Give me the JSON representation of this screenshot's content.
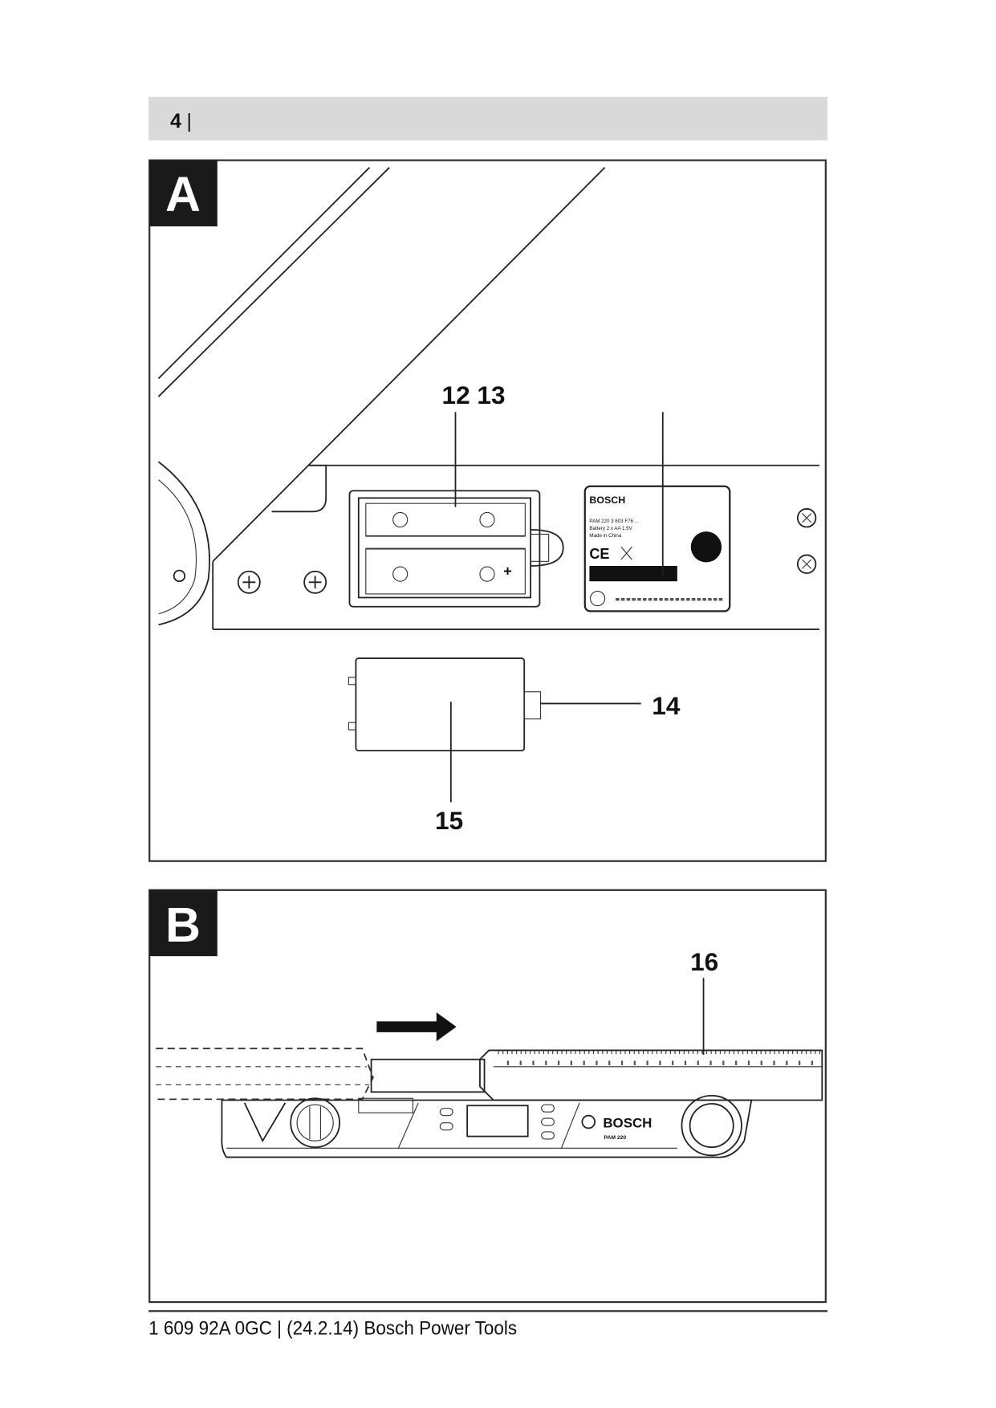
{
  "header": {
    "page_number": "4",
    "separator": "|"
  },
  "figure_a": {
    "panel_letter": "A",
    "callouts": {
      "battery": "12 13",
      "latch": "14",
      "cover": "15"
    },
    "type_label": {
      "brand": "BOSCH",
      "line1": "PAM 220   3 603 F76 ...",
      "line2": "Battery 2 x AA 1.5V",
      "line3": "Made in China",
      "ce": "CE"
    }
  },
  "figure_b": {
    "panel_letter": "B",
    "callouts": {
      "ruler": "16"
    },
    "device": {
      "brand": "BOSCH",
      "model": "PAM 220"
    }
  },
  "footer": {
    "text": "1 609 92A 0GC | (24.2.14) Bosch Power Tools"
  }
}
